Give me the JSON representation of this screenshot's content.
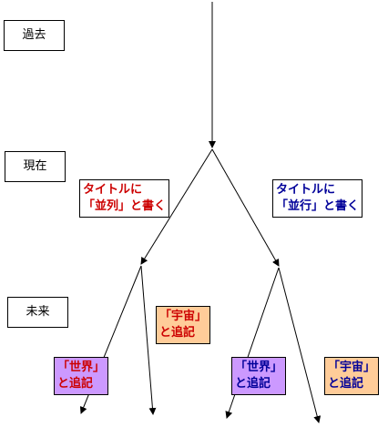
{
  "timeline": {
    "past": "過去",
    "present": "現在",
    "future": "未来"
  },
  "labels": {
    "heiretsu_line1": "タイトルに",
    "heiretsu_line2": "「並列」と書く",
    "heikou_line1": "タイトルに",
    "heikou_line2": "「並行」と書く",
    "uchuu_left_line1": "「宇宙」",
    "uchuu_left_line2": "と追記",
    "sekai_left_line1": "「世界」",
    "sekai_left_line2": "と追記",
    "sekai_right_line1": "「世界」",
    "sekai_right_line2": "と追記",
    "uchuu_right_line1": "「宇宙」",
    "uchuu_right_line2": "と追記"
  },
  "colors": {
    "red_text": "#cc0000",
    "blue_text": "#000099",
    "purple_fill": "#cc99ff",
    "orange_fill": "#ffcc99"
  }
}
